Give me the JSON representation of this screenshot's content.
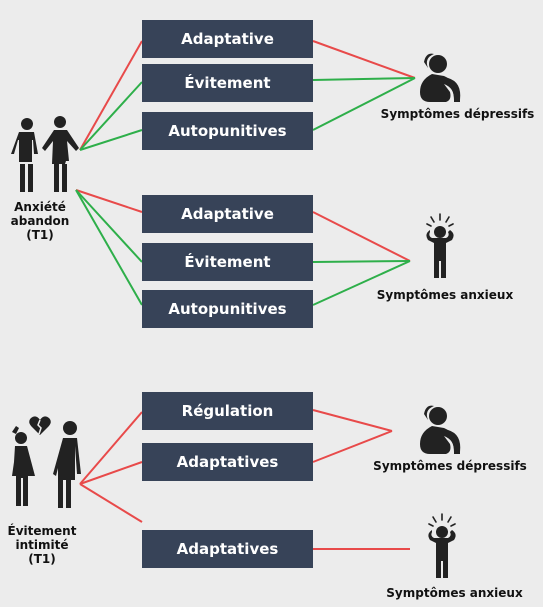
{
  "colors": {
    "negative_line": "#e84a4a",
    "positive_line": "#2eaf4a",
    "box_fill": "#374358",
    "box_text": "#ffffff",
    "figure": "#222222",
    "background": "#ececec"
  },
  "sections": {
    "abandon": {
      "source_label_1": "Anxiété",
      "source_label_2": "abandon",
      "source_label_3": "(T1)",
      "source_icon": "couple-consoling-icon",
      "groups": [
        {
          "boxes": [
            "Adaptative",
            "Évitement",
            "Autopunitives"
          ],
          "outcome_label": "Symptômes dépressifs",
          "outcome_icon": "depressed-person-icon"
        },
        {
          "boxes": [
            "Adaptative",
            "Évitement",
            "Autopunitives"
          ],
          "outcome_label": "Symptômes anxieux",
          "outcome_icon": "anxious-person-icon"
        }
      ]
    },
    "intimite": {
      "source_label_1": "Évitement",
      "source_label_2": "intimité",
      "source_label_3": "(T1)",
      "source_icon": "heartbroken-couple-icon",
      "groups": [
        {
          "boxes": [
            "Régulation",
            "Adaptatives"
          ],
          "outcome_label": "Symptômes dépressifs",
          "outcome_icon": "depressed-person-icon"
        },
        {
          "boxes": [
            "Adaptatives"
          ],
          "outcome_label": "Symptômes anxieux",
          "outcome_icon": "anxious-person-icon"
        }
      ]
    }
  },
  "links": [
    {
      "from": "Anxiété abandon (T1)",
      "to": "Adaptative",
      "group": 1,
      "sign": "negative"
    },
    {
      "from": "Anxiété abandon (T1)",
      "to": "Évitement",
      "group": 1,
      "sign": "positive"
    },
    {
      "from": "Anxiété abandon (T1)",
      "to": "Autopunitives",
      "group": 1,
      "sign": "positive"
    },
    {
      "from": "Adaptative",
      "to": "Symptômes dépressifs",
      "group": 1,
      "sign": "negative"
    },
    {
      "from": "Évitement",
      "to": "Symptômes dépressifs",
      "group": 1,
      "sign": "positive"
    },
    {
      "from": "Autopunitives",
      "to": "Symptômes dépressifs",
      "group": 1,
      "sign": "positive"
    },
    {
      "from": "Anxiété abandon (T1)",
      "to": "Adaptative",
      "group": 2,
      "sign": "negative"
    },
    {
      "from": "Anxiété abandon (T1)",
      "to": "Évitement",
      "group": 2,
      "sign": "positive"
    },
    {
      "from": "Anxiété abandon (T1)",
      "to": "Autopunitives",
      "group": 2,
      "sign": "positive"
    },
    {
      "from": "Adaptative",
      "to": "Symptômes anxieux",
      "group": 2,
      "sign": "negative"
    },
    {
      "from": "Évitement",
      "to": "Symptômes anxieux",
      "group": 2,
      "sign": "positive"
    },
    {
      "from": "Autopunitives",
      "to": "Symptômes anxieux",
      "group": 2,
      "sign": "positive"
    },
    {
      "from": "Évitement intimité (T1)",
      "to": "Régulation",
      "group": 3,
      "sign": "negative"
    },
    {
      "from": "Évitement intimité (T1)",
      "to": "Adaptatives",
      "group": 3,
      "sign": "negative"
    },
    {
      "from": "Régulation",
      "to": "Symptômes dépressifs",
      "group": 3,
      "sign": "negative"
    },
    {
      "from": "Adaptatives",
      "to": "Symptômes dépressifs",
      "group": 3,
      "sign": "negative"
    },
    {
      "from": "Évitement intimité (T1)",
      "to": "Adaptatives",
      "group": 4,
      "sign": "negative"
    },
    {
      "from": "Adaptatives",
      "to": "Symptômes anxieux",
      "group": 4,
      "sign": "negative"
    }
  ]
}
